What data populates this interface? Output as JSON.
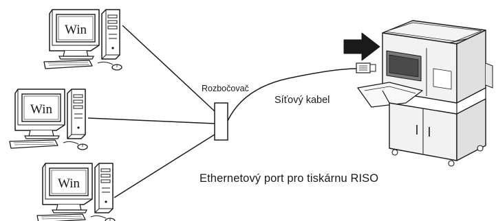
{
  "computers": [
    {
      "screen_text": "Win"
    },
    {
      "screen_text": "Win"
    },
    {
      "screen_text": "Win"
    }
  ],
  "hub": {
    "label": "Rozbočovač"
  },
  "cable": {
    "label": "Síťový kabel"
  },
  "printer": {
    "caption": "Ethernetový port pro tiskárnu RISO"
  }
}
